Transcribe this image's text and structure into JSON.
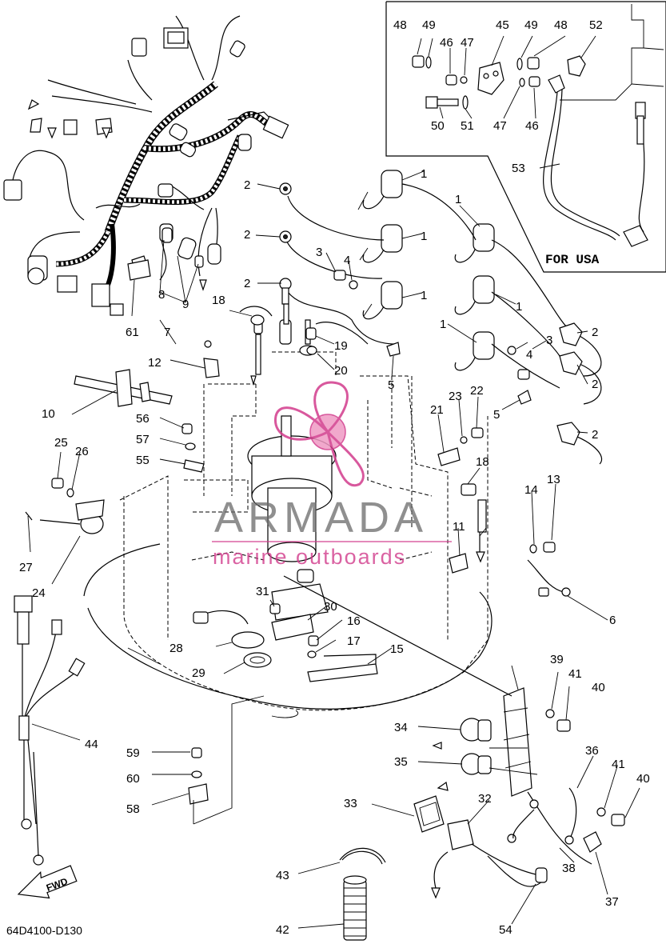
{
  "diagram_code": "64D4100-D130",
  "usa_inset_label": "FOR USA",
  "watermark": {
    "brand": "ARMADA",
    "tagline": "marine outboards"
  },
  "fwd_label": "FWD",
  "callouts": {
    "c1a": "1",
    "c1b": "1",
    "c1c": "1",
    "c1d": "1",
    "c1e": "1",
    "c1f": "1",
    "c2a": "2",
    "c2b": "2",
    "c2c": "2",
    "c2d": "2",
    "c2e": "2",
    "c2f": "2",
    "c3a": "3",
    "c3b": "3",
    "c4a": "4",
    "c4b": "4",
    "c5a": "5",
    "c5b": "5",
    "c6": "6",
    "c7": "7",
    "c8": "8",
    "c9": "9",
    "c10": "10",
    "c11": "11",
    "c12": "12",
    "c13": "13",
    "c14": "14",
    "c15": "15",
    "c16": "16",
    "c17": "17",
    "c18a": "18",
    "c18b": "18",
    "c19": "19",
    "c20": "20",
    "c21": "21",
    "c22": "22",
    "c23": "23",
    "c24": "24",
    "c25": "25",
    "c26": "26",
    "c27": "27",
    "c28": "28",
    "c29": "29",
    "c30": "30",
    "c31": "31",
    "c32": "32",
    "c33": "33",
    "c34": "34",
    "c35": "35",
    "c36": "36",
    "c37": "37",
    "c38": "38",
    "c39": "39",
    "c40a": "40",
    "c40b": "40",
    "c41a": "41",
    "c41b": "41",
    "c42": "42",
    "c43": "43",
    "c44": "44",
    "c45": "45",
    "c46a": "46",
    "c46b": "46",
    "c47a": "47",
    "c47b": "47",
    "c48a": "48",
    "c48b": "48",
    "c49a": "49",
    "c49b": "49",
    "c50": "50",
    "c51": "51",
    "c52": "52",
    "c53": "53",
    "c54": "54",
    "c55": "55",
    "c56": "56",
    "c57": "57",
    "c58": "58",
    "c59": "59",
    "c60": "60",
    "c61": "61"
  }
}
